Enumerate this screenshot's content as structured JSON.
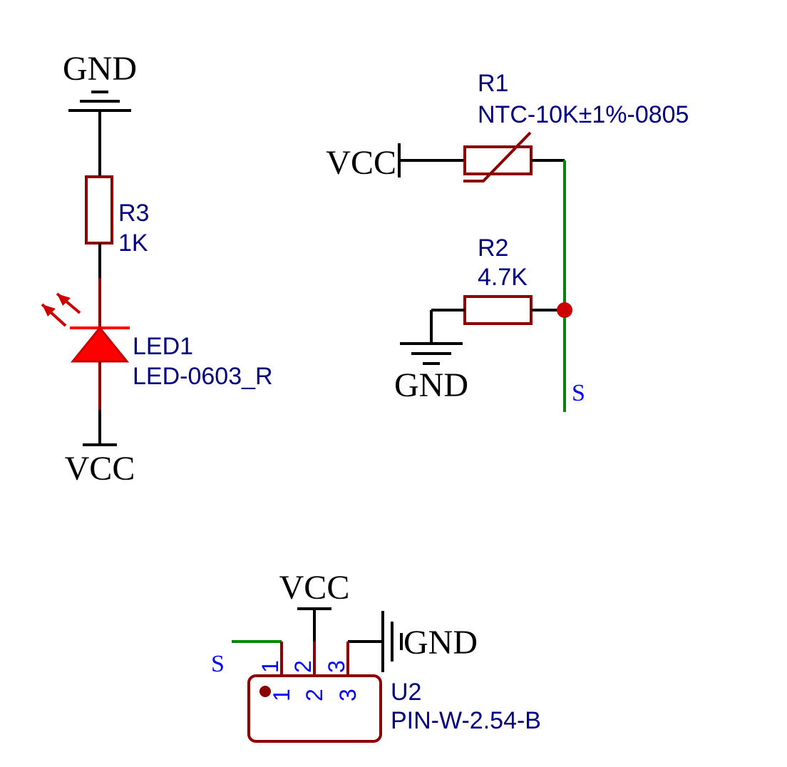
{
  "colors": {
    "wire": "#000000",
    "net_wire": "#008800",
    "component": "#8b0000",
    "led_fill": "#ff0000",
    "designator_text": "#000080",
    "pin_number_text": "#0000ff",
    "junction": "#cc0000"
  },
  "power_labels": {
    "gnd_top_left": "GND",
    "vcc_bottom_left": "VCC",
    "vcc_thermistor": "VCC",
    "gnd_r2": "GND",
    "vcc_connector": "VCC",
    "gnd_connector": "GND"
  },
  "net_labels": {
    "s_right": "S",
    "s_connector": "S"
  },
  "components": {
    "r1": {
      "designator": "R1",
      "value": "NTC-10K±1%-0805"
    },
    "r2": {
      "designator": "R2",
      "value": "4.7K"
    },
    "r3": {
      "designator": "R3",
      "value": "1K"
    },
    "led1": {
      "designator": "LED1",
      "value": "LED-0603_R"
    },
    "u2": {
      "designator": "U2",
      "value": "PIN-W-2.54-B",
      "outer_pins": [
        "1",
        "2",
        "3"
      ],
      "inner_pins": [
        "1",
        "2",
        "3"
      ]
    }
  }
}
